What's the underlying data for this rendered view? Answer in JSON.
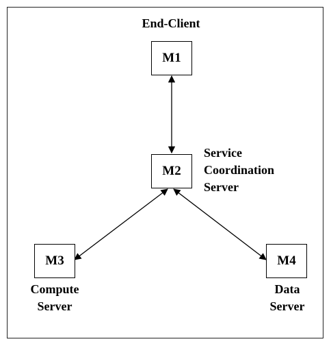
{
  "diagram": {
    "nodes": {
      "m1": {
        "id": "M1",
        "caption": "End-Client"
      },
      "m2": {
        "id": "M2",
        "caption_lines": [
          "Service",
          "Coordination",
          "Server"
        ]
      },
      "m3": {
        "id": "M3",
        "caption_lines": [
          "Compute",
          "Server"
        ]
      },
      "m4": {
        "id": "M4",
        "caption_lines": [
          "Data",
          "Server"
        ]
      }
    },
    "edges": [
      {
        "from": "M1",
        "to": "M2",
        "direction": "bidirectional"
      },
      {
        "from": "M2",
        "to": "M3",
        "direction": "bidirectional"
      },
      {
        "from": "M2",
        "to": "M4",
        "direction": "bidirectional"
      }
    ]
  }
}
